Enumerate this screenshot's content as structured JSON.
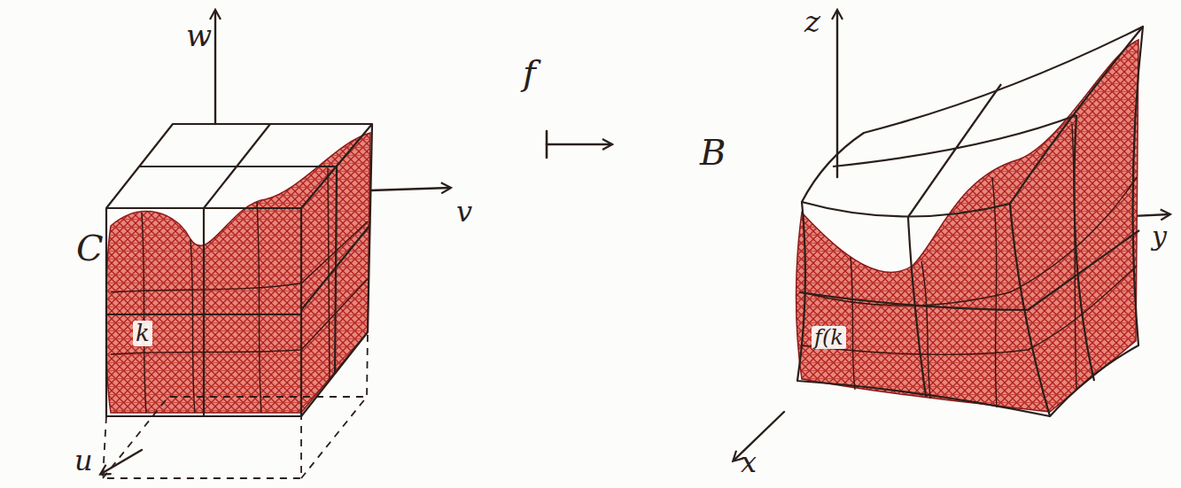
{
  "diagram": {
    "labels": [
      "w",
      "C",
      "k",
      "u",
      "v",
      "f",
      "z",
      "B",
      "f(k",
      "x",
      "y"
    ]
  }
}
